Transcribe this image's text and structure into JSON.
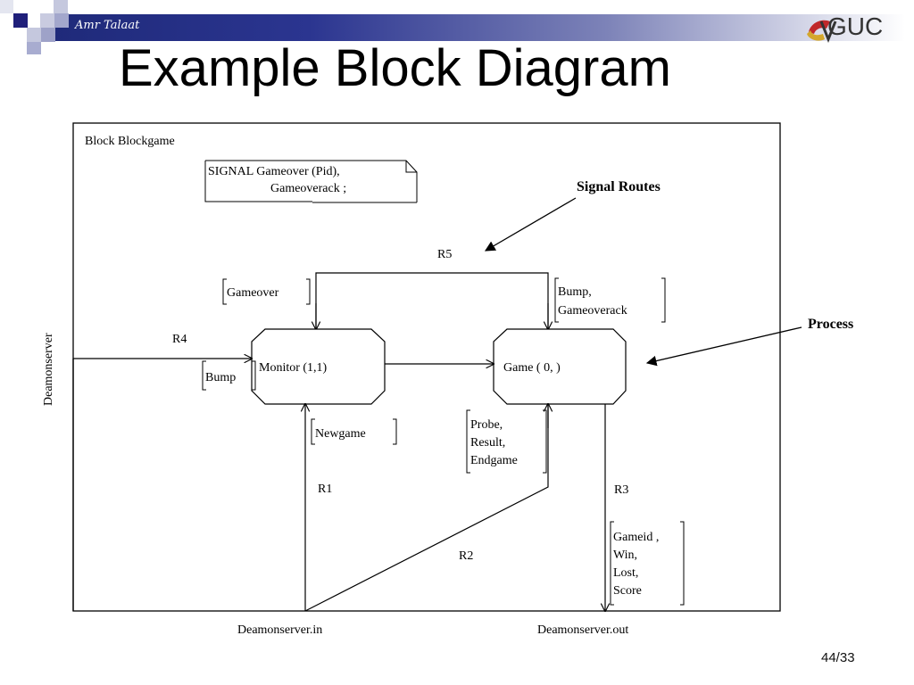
{
  "slide": {
    "author": "Amr Talaat",
    "title": "Example Block Diagram",
    "logo_text": "GUC",
    "page_number": "44/33",
    "accent_color": "#1f2a7a"
  },
  "diagram": {
    "block_label": "Block Blockgame",
    "signal_declaration": {
      "line1": "SIGNAL  Gameover (Pid),",
      "line2": "Gameoverack ;"
    },
    "processes": [
      {
        "id": "monitor",
        "label": "Monitor (1,1)"
      },
      {
        "id": "game",
        "label": "Game ( 0, )"
      }
    ],
    "routes": {
      "r1": "R1",
      "r2": "R2",
      "r3": "R3",
      "r4": "R4",
      "r5": "R5"
    },
    "signal_lists": {
      "gameover": "Gameover",
      "bump_gameoverack": [
        "Bump,",
        "Gameoverack"
      ],
      "bump": "Bump",
      "newgame": "Newgame",
      "probe_result_endgame": [
        "Probe,",
        "Result,",
        "Endgame"
      ],
      "gameid_win_lost_score": [
        "Gameid ,",
        "Win,",
        "Lost,",
        "Score"
      ]
    },
    "environment": {
      "left": "Deamonserver",
      "bottom_in": "Deamonserver.in",
      "bottom_out": "Deamonserver.out"
    },
    "annotations": {
      "signal_routes": "Signal Routes",
      "process": "Process"
    }
  }
}
